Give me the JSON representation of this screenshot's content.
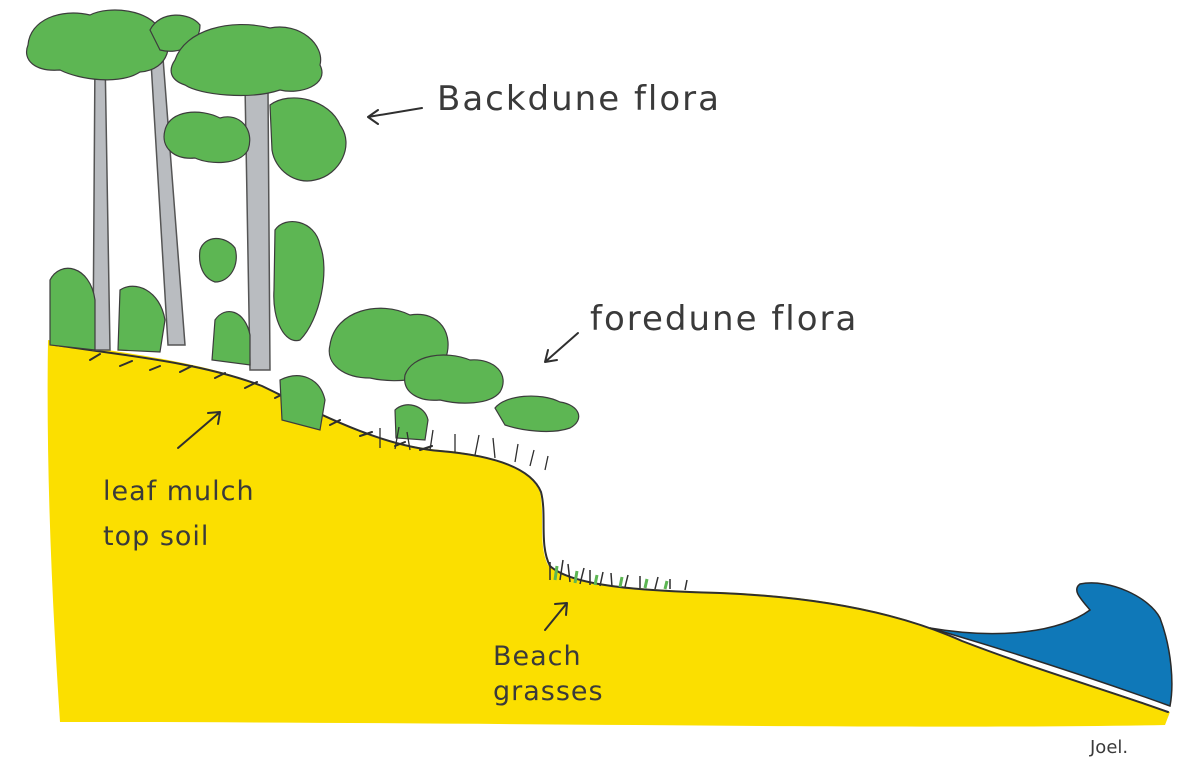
{
  "colors": {
    "sand": "#FBDF00",
    "foliage": "#5DB653",
    "trunk": "#B9BCC0",
    "water": "#0F78B8",
    "ink": "#2F2F2F"
  },
  "labels": {
    "backdune": "Backdune flora",
    "foredune": "foredune flora",
    "mulch_line1": "leaf mulch",
    "mulch_line2": "top soil",
    "grass_line1": "Beach",
    "grass_line2": "grasses"
  },
  "signature": "Joel."
}
